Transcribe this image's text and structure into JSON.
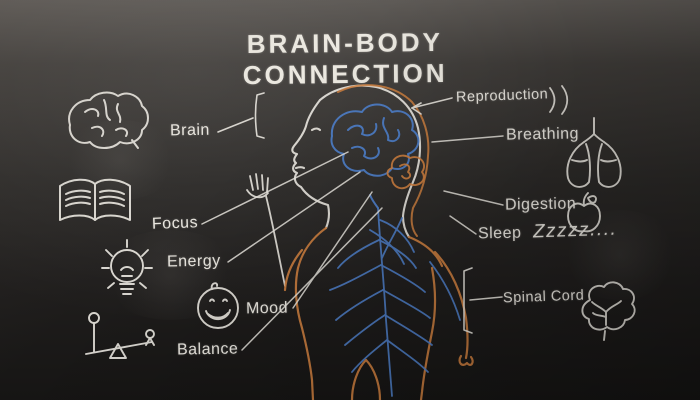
{
  "title": "BRAIN-BODY CONNECTION",
  "labels": {
    "brain": "Brain",
    "focus": "Focus",
    "energy": "Energy",
    "mood": "Mood",
    "balance": "Balance",
    "reproduction": "Reproduction",
    "breathing": "Breathing",
    "digestion": "Digestion",
    "sleep": "Sleep",
    "sleep_annotation": "Zzzzz....",
    "spinal_cord": "Spinal Cord"
  },
  "icons": {
    "left": [
      "brain-icon",
      "book-icon",
      "lightbulb-icon",
      "smiley-icon",
      "seesaw-icon"
    ],
    "right": [
      "lungs-icon",
      "apple-icon",
      "brain-cross-section-icon"
    ]
  },
  "colors": {
    "chalk_white": "#e9e6df",
    "chalk_blue": "#4e7ec7",
    "chalk_orange": "#cf8040",
    "board_dark": "#201e1d",
    "board_light": "#5a5652"
  }
}
